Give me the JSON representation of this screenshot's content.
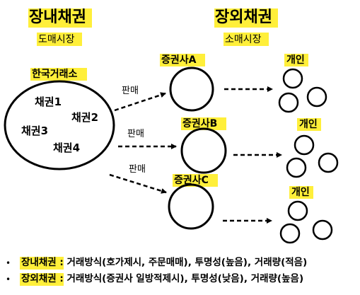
{
  "colors": {
    "highlight": "#ffef3a",
    "stroke": "#000000"
  },
  "left": {
    "title": "장내채권",
    "market": "도매시장",
    "exchange": "한국거래소",
    "bonds": [
      "채권1",
      "채권2",
      "채권3",
      "채권4"
    ]
  },
  "right": {
    "title": "장외채권",
    "market": "소매시장",
    "brokers": [
      "증권사A",
      "증권사B",
      "증권사C"
    ],
    "individual_label": "개인"
  },
  "sell_label": "판매",
  "notes": [
    {
      "bullet": "•",
      "label": "장내채권",
      "sep": " : ",
      "text": "거래방식(호가제시, 주문매매), 투명성(높음), 거래량(적음)"
    },
    {
      "bullet": "•",
      "label": "장외채권",
      "sep": " : ",
      "text": "거래방식(증권사 일방적제시), 투명성(낮음), 거래량(높음)"
    }
  ]
}
